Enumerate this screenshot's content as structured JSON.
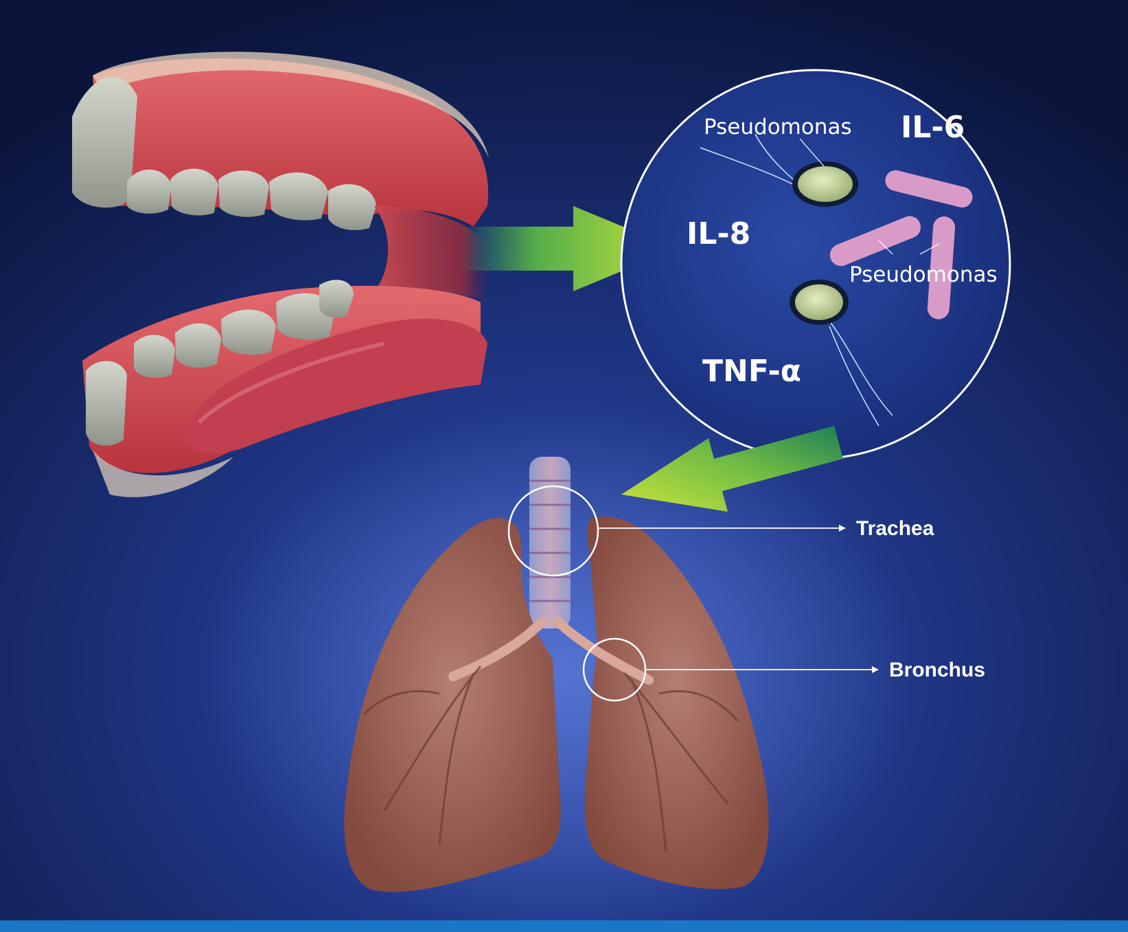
{
  "inset_labels": {
    "pseudomonas_top": "Pseudomonas",
    "pseudomonas_bottom": "Pseudomonas",
    "il6": "IL-6",
    "il8": "IL-8",
    "tnf": "TNF-α"
  },
  "anatomy_labels": {
    "trachea": "Trachea",
    "bronchus": "Bronchus"
  },
  "colors": {
    "background_center": "#2d4aa5",
    "background_edge": "#0c1640",
    "footer_bar": "#1a76c6",
    "arrow": "#b8dc3c",
    "gum": "#d9484f",
    "tooth": "#b9bcb0",
    "lung": "#a2685e",
    "bacteria_rod": "#d89bc8",
    "bacteria_cell": "#c8d7a0",
    "callout_line": "#ffffff"
  },
  "icons": {
    "mouth": "open-mouth-illustration",
    "lungs": "lungs-illustration",
    "arrow_right": "arrow-right-icon",
    "arrow_down": "arrow-down-left-icon"
  }
}
